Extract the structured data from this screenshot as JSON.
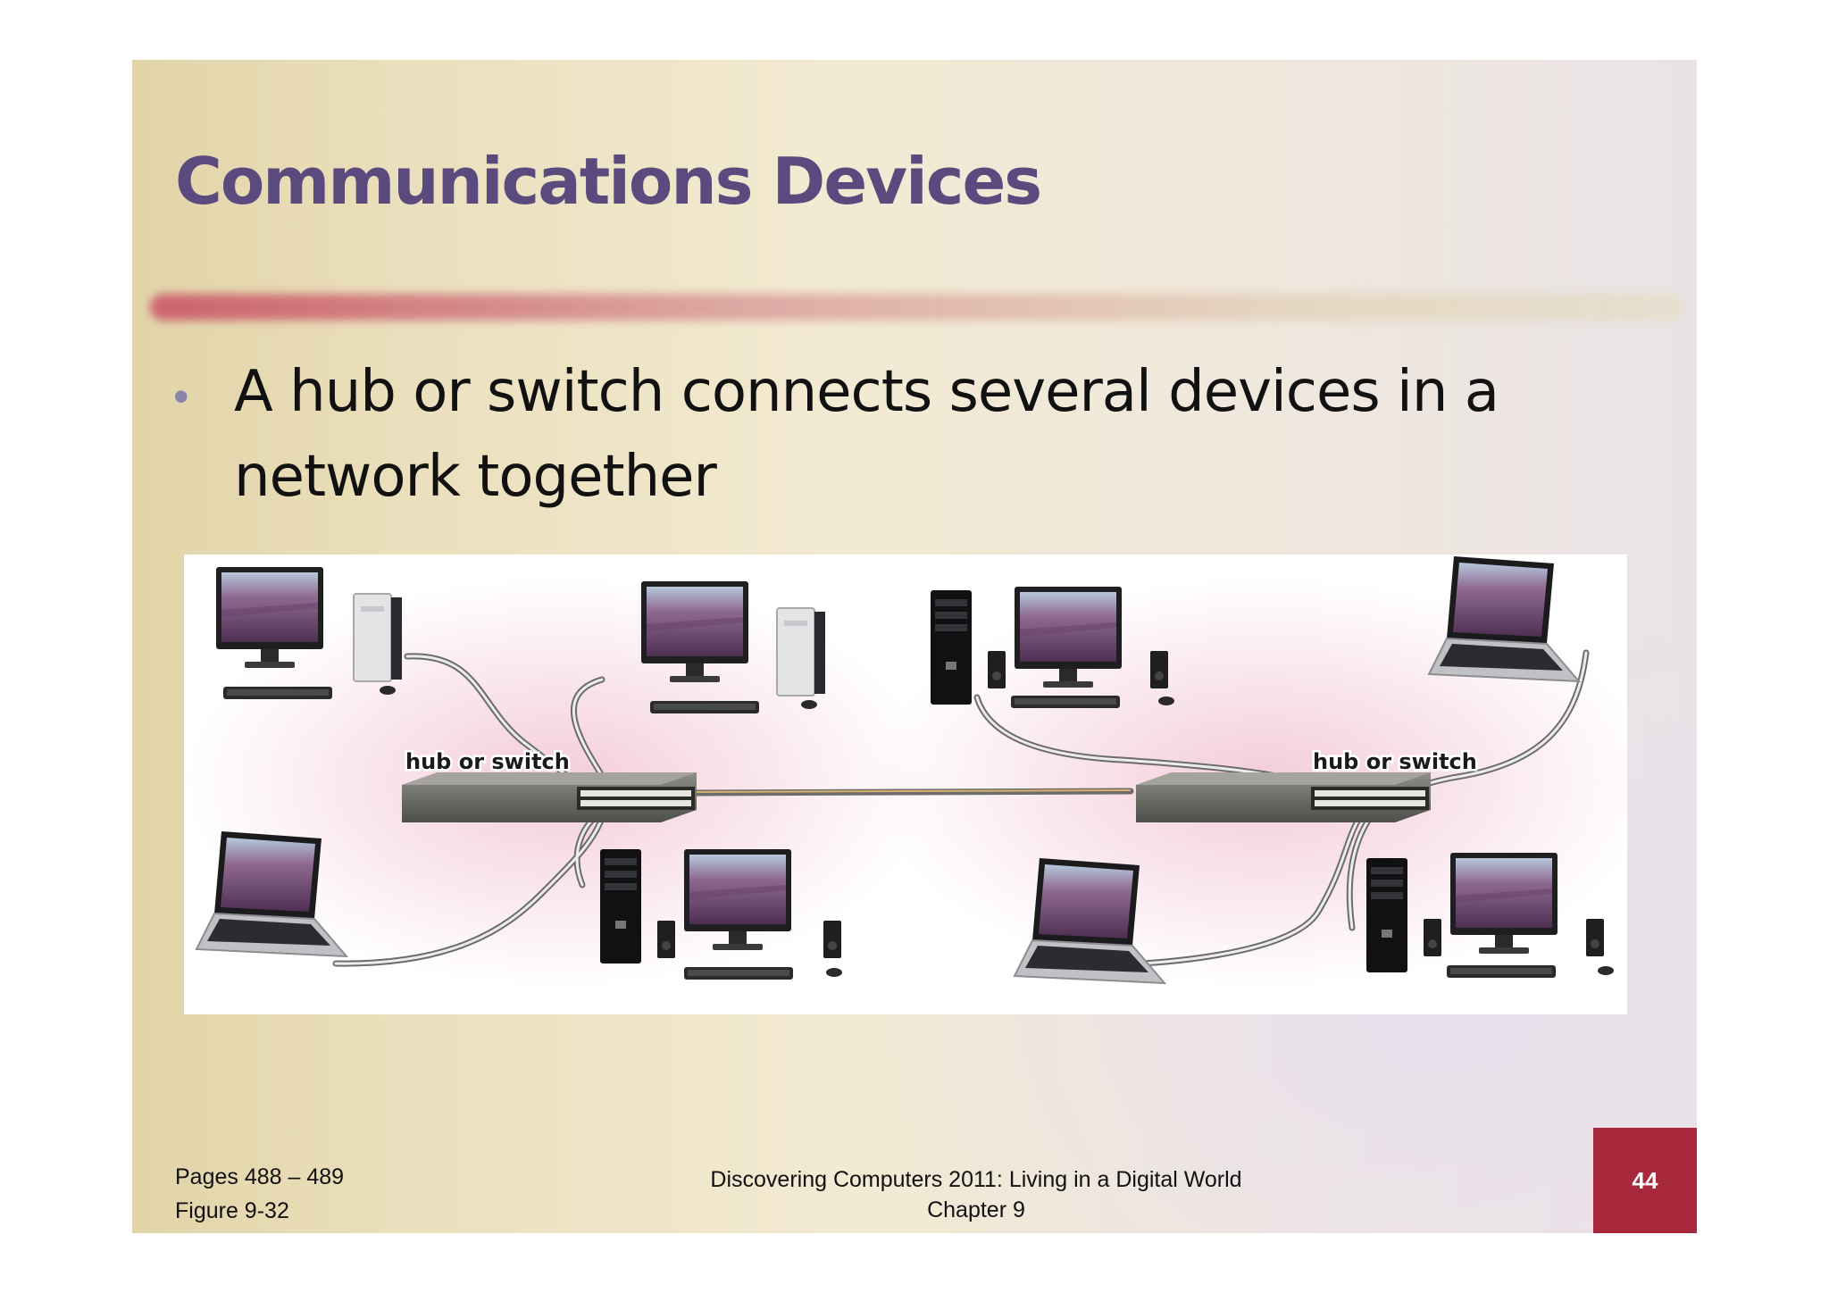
{
  "slide": {
    "title": "Communications Devices",
    "bullet": "A hub or switch connects several devices in a network together",
    "figure": {
      "label_left": "hub or switch",
      "label_right": "hub or switch"
    },
    "footer": {
      "pages": "Pages 488 – 489",
      "figure_ref": "Figure 9-32",
      "book_title": "Discovering Computers 2011: Living in a Digital World",
      "chapter": "Chapter 9",
      "page_number": "44"
    }
  },
  "colors": {
    "title": "#5b4a7e",
    "page_badge": "#a8283c",
    "rule": "#c64860"
  }
}
